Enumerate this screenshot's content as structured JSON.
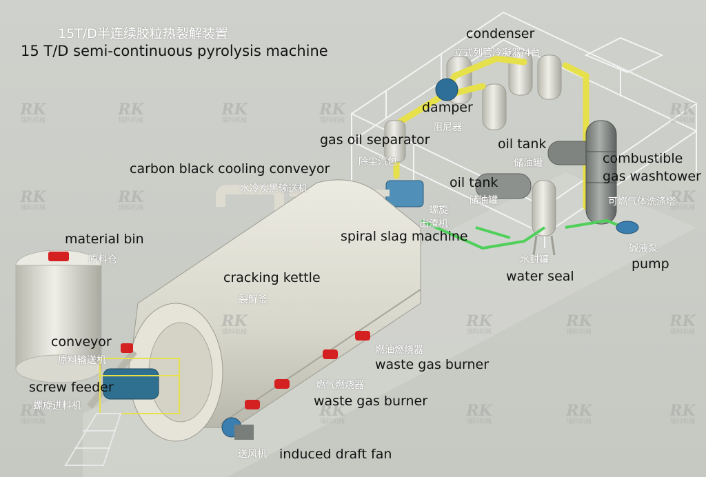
{
  "title": {
    "cn": "15T/D半连续胶粒热裂解装置",
    "en": "15 T/D semi-continuous  pyrolysis machine"
  },
  "watermark": {
    "mark": "RK",
    "sub": "瑞科机械"
  },
  "labels": {
    "condenser": {
      "en": "condenser",
      "cn": "立式列管冷凝器/4台"
    },
    "damper": {
      "en": "damper",
      "cn": "阻尼器"
    },
    "gas_oil_separator": {
      "en": "gas oil separator",
      "cn": "除尘汽包"
    },
    "oil_tank_1": {
      "en": "oil tank",
      "cn": "储油罐"
    },
    "oil_tank_2": {
      "en": "oil tank",
      "cn": "储油罐"
    },
    "carbon_black_conveyor": {
      "en": "carbon black cooling conveyor",
      "cn": "水冷炭黑输送机"
    },
    "combustible_gas_washtower": {
      "en_line1": "combustible",
      "en_line2": "gas washtower",
      "cn": "可燃气体洗涤塔"
    },
    "spiral_slag": {
      "en": "spiral slag machine",
      "cn_line1": "螺旋",
      "cn_line2": "出渣机"
    },
    "material_bin": {
      "en": "material bin",
      "cn": "原料仓"
    },
    "pump": {
      "en": "pump",
      "cn": "碱液泵"
    },
    "water_seal": {
      "en": "water seal",
      "cn": "水封罐"
    },
    "cracking_kettle": {
      "en": "cracking kettle",
      "cn": "裂解釜"
    },
    "conveyor": {
      "en": "conveyor",
      "cn": "原料输送机"
    },
    "waste_gas_burner_1": {
      "en": "waste gas burner",
      "cn": "燃油燃烧器"
    },
    "screw_feeder": {
      "en": "screw feeder",
      "cn": "螺旋进料机"
    },
    "waste_gas_burner_2": {
      "en": "waste gas burner",
      "cn": "燃气燃烧器"
    },
    "induced_draft_fan": {
      "en": "induced draft fan",
      "cn": "送风机"
    }
  },
  "colors": {
    "background": "#c9cbc6",
    "equipment": "#e4e3d8",
    "frame": "#f2f2f2",
    "pipe_yellow": "#e6e04a",
    "pipe_green": "#4fd05a",
    "burner_red": "#d42020",
    "fan_blue": "#3a7fb0"
  }
}
